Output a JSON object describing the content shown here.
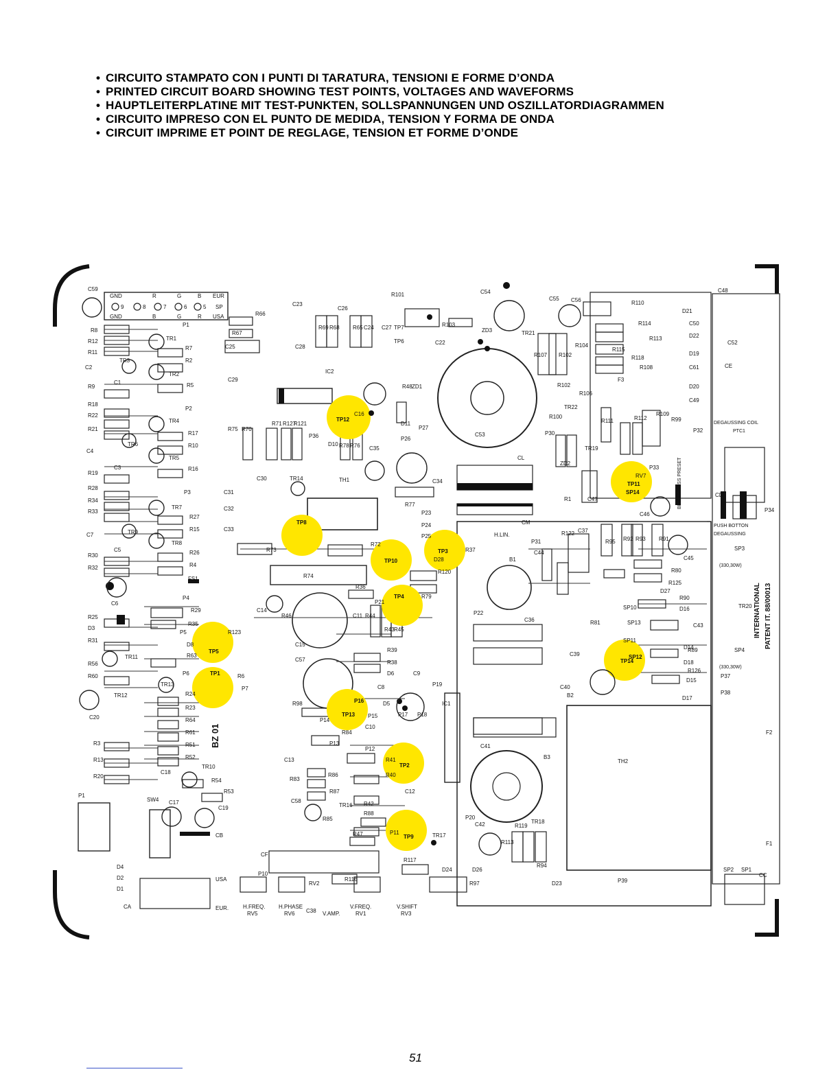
{
  "headings": [
    "CIRCUITO STAMPATO CON I PUNTI DI TARATURA, TENSIONI E FORME D’ONDA",
    "PRINTED CIRCUIT BOARD SHOWING TEST POINTS, VOLTAGES AND WAVEFORMS",
    "HAUPTLEITERPLATINE MIT TEST-PUNKTEN, SOLLSPANNUNGEN UND OSZILLATORDIAGRAMMEN",
    "CIRCUITO IMPRESO CON EL PUNTO DE MEDIDA, TENSION Y FORMA DE ONDA",
    "CIRCUIT IMPRIME ET POINT DE REGLAGE, TENSION ET FORME D’ONDE"
  ],
  "colors": {
    "highlight": "#ffe600",
    "ink": "#111111",
    "label_fill": "#ffd400"
  },
  "board": {
    "id_label": "BZ 01",
    "patent": [
      "INTERNATIONAL",
      "PATENT IT. 88/00013"
    ],
    "connector_rows": [
      [
        "GND",
        "R",
        "G",
        "B",
        "EUR"
      ],
      [
        "9",
        "8",
        "7",
        "6",
        "5",
        "SP"
      ],
      [
        "GND",
        "B",
        "G",
        "R",
        "USA"
      ]
    ],
    "degaussing": [
      "DEGAUSSING COIL",
      "PTC1",
      "PUSH BOTTON",
      "DEGAUSSING"
    ],
    "brightness": "BRIGHTNESS PRESET",
    "rating": "(330,30W)",
    "test_points": [
      "TP1",
      "TP2",
      "TP3",
      "TP4",
      "TP5",
      "TP8",
      "TP9",
      "TP10",
      "TP11",
      "TP12",
      "TP13",
      "TP14",
      "SP12",
      "SP14",
      "P16"
    ],
    "controls": [
      {
        "name": "H.FREQ.",
        "ref": "RV5"
      },
      {
        "name": "H.PHASE",
        "ref": "RV6"
      },
      {
        "name": "V.AMP.",
        "ref": "RV2"
      },
      {
        "name": "V.FREQ.",
        "ref": "RV1"
      },
      {
        "name": "V.SHIFT",
        "ref": "RV3"
      }
    ],
    "component_labels": [
      "C59",
      "R8",
      "R12",
      "R11",
      "TR1",
      "R7",
      "R2",
      "TR3",
      "C2",
      "C1",
      "TR2",
      "R9",
      "R5",
      "P1",
      "P2",
      "R18",
      "R22",
      "R21",
      "TR4",
      "R17",
      "R10",
      "TR5",
      "R16",
      "TR6",
      "C4",
      "C3",
      "R19",
      "P3",
      "R28",
      "R34",
      "R33",
      "TR7",
      "R27",
      "R15",
      "C7",
      "TR9",
      "C5",
      "TR8",
      "R26",
      "R30",
      "R32",
      "R4",
      "FS1",
      "C6",
      "P4",
      "R25",
      "R29",
      "R35",
      "D3",
      "R31",
      "P5",
      "R123",
      "D8",
      "R63",
      "P6",
      "TR11",
      "R56",
      "R60",
      "TR13",
      "R6",
      "P7",
      "TR12",
      "C20",
      "R24",
      "R23",
      "R64",
      "R61",
      "R51",
      "R52",
      "R3",
      "R13",
      "R20",
      "TR10",
      "R54",
      "R53",
      "C18",
      "SW4",
      "C17",
      "C19",
      "CB",
      "P1",
      "D4",
      "D2",
      "D1",
      "CA",
      "USA",
      "EUR.",
      "R66",
      "R67",
      "C25",
      "C28",
      "C23",
      "R69",
      "R68",
      "C26",
      "R65",
      "C24",
      "C27",
      "TP7",
      "TP6",
      "R48",
      "ZD1",
      "IC2",
      "C29",
      "R75",
      "R70",
      "C30",
      "R71",
      "R127",
      "R121",
      "P36",
      "D10",
      "R78",
      "R76",
      "C16",
      "D11",
      "P26",
      "P27",
      "TH1",
      "TR14",
      "C31",
      "C32",
      "C33",
      "R73",
      "R72",
      "R74",
      "C35",
      "R77",
      "P23",
      "P24",
      "P25",
      "D28",
      "R37",
      "R120",
      "R36",
      "R79",
      "C14",
      "R46",
      "C15",
      "C11",
      "R44",
      "R43",
      "R45",
      "P21",
      "C57",
      "R39",
      "R38",
      "D6",
      "C8",
      "C9",
      "P19",
      "R98",
      "P15",
      "D5",
      "P14",
      "R84",
      "C10",
      "P13",
      "P12",
      "R41",
      "R40",
      "P18",
      "P17",
      "C13",
      "R86",
      "R83",
      "C12",
      "R87",
      "R42",
      "C58",
      "TR16",
      "R85",
      "R88",
      "P11",
      "R47",
      "TR17",
      "P10",
      "CF",
      "R117",
      "R116",
      "C38",
      "R101",
      "R103",
      "ZD3",
      "C22",
      "C54",
      "TR21",
      "C55",
      "C56",
      "R110",
      "D21",
      "R114",
      "R113",
      "D22",
      "C50",
      "R107",
      "R102",
      "R104",
      "R115",
      "R118",
      "D19",
      "R108",
      "C61",
      "F3",
      "R102",
      "R106",
      "D20",
      "C49",
      "R100",
      "TR22",
      "R111",
      "R112",
      "R109",
      "R99",
      "P32",
      "C53",
      "CL",
      "C34",
      "ZD2",
      "TR19",
      "P30",
      "P33",
      "RV7",
      "R1",
      "C47",
      "C46",
      "R95",
      "R92",
      "R93",
      "R91",
      "C45",
      "CM",
      "C37",
      "R122",
      "C44",
      "P31",
      "B1",
      "H.LIN.",
      "R80",
      "R125",
      "D27",
      "R90",
      "D16",
      "SP10",
      "R81",
      "C43",
      "D14",
      "SP13",
      "R89",
      "D18",
      "SP11",
      "C39",
      "C40",
      "R126",
      "D15",
      "D17",
      "B2",
      "C36",
      "P22",
      "IC1",
      "C41",
      "B3",
      "TH2",
      "P39",
      "R97",
      "D23",
      "D26",
      "R119",
      "R113",
      "R94",
      "TR18",
      "C42",
      "P20",
      "D24",
      "C48",
      "C52",
      "CE",
      "CD",
      "P34",
      "SP3",
      "SP4",
      "TR20",
      "P37",
      "P38",
      "F2",
      "F1",
      "SP2",
      "SP1",
      "CC"
    ]
  },
  "page_number": "51"
}
